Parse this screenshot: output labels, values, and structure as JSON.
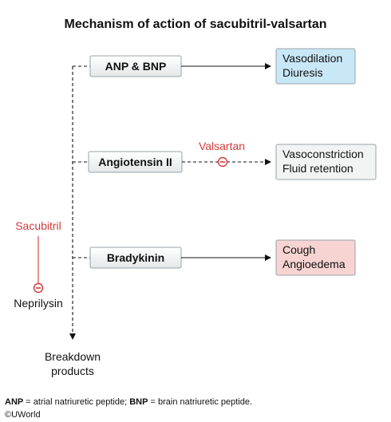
{
  "title": "Mechanism of action of sacubitril-valsartan",
  "substrates": [
    {
      "label": "ANP & BNP"
    },
    {
      "label": "Angiotensin II"
    },
    {
      "label": "Bradykinin"
    }
  ],
  "outcomes": [
    {
      "lines": [
        "Vasodilation",
        "Diuresis"
      ],
      "color": "#c9e8f7"
    },
    {
      "lines": [
        "Vasoconstriction",
        "Fluid retention"
      ],
      "color": "#f2f4f4"
    },
    {
      "lines": [
        "Cough",
        "Angioedema"
      ],
      "color": "#f7d4d2"
    }
  ],
  "drugs": {
    "valsartan": "Valsartan",
    "sacubitril": "Sacubitril",
    "color": "#d23a3a"
  },
  "enzyme": "Neprilysin",
  "products": [
    "Breakdown",
    "products"
  ],
  "footnote": {
    "anp_abbr": "ANP",
    "anp_text": " = atrial natriuretic peptide; ",
    "bnp_abbr": "BNP",
    "bnp_text": " = brain natriuretic peptide."
  },
  "copyright": "©UWorld"
}
